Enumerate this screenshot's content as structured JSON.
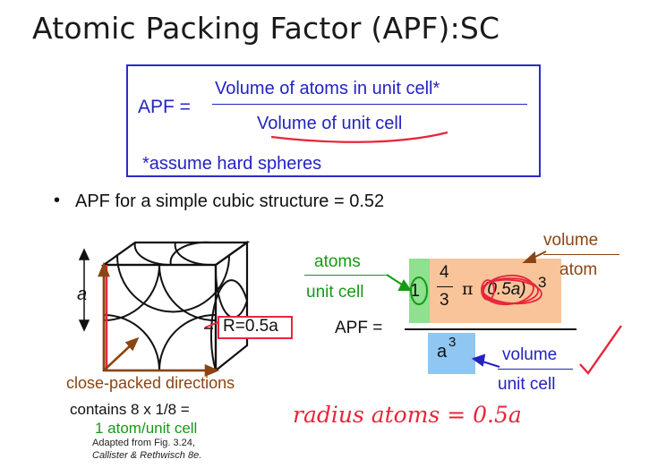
{
  "title": "Atomic Packing Factor (APF):SC",
  "definition": {
    "lhs": "APF =",
    "numerator": "Volume of atoms in unit cell*",
    "denominator": "Volume of unit cell",
    "footnote": "*assume hard spheres"
  },
  "bullet": {
    "marker": "•",
    "text": "APF for a simple cubic structure = 0.52"
  },
  "figure": {
    "edge_label": "a",
    "radius_label": "R=0.5a",
    "directions_label": "close-packed directions",
    "contains_line": "contains 8 x 1/8 =",
    "result_line": "1 atom/unit cell",
    "adapted_line1": "Adapted from Fig. 3.24,",
    "adapted_line2": "Callister & Rethwisch 8e."
  },
  "calculation": {
    "atoms_label": "atoms",
    "unit_cell_label": "unit cell",
    "count": "1",
    "frac_num": "4",
    "frac_den": "3",
    "pi": "π",
    "radius_term": "(0.5a)",
    "exponent": "3",
    "volume_label": "volume",
    "atom_label": "atom",
    "apf_lhs": "APF =",
    "cell_base": "a",
    "cell_exp": "3",
    "volume_label2": "volume",
    "unit_cell_label2": "unit cell"
  },
  "handwriting": "radius atoms = 0.5a",
  "colors": {
    "box_border": "#2b2bc8",
    "blue_text": "#2323c2",
    "green_text": "#159a15",
    "brown": "#8b4513",
    "ink_red": "#e8253b",
    "green_highlight": "#8fe08f",
    "orange_highlight": "#f9c49a",
    "blue_highlight": "#8fc6f2"
  }
}
